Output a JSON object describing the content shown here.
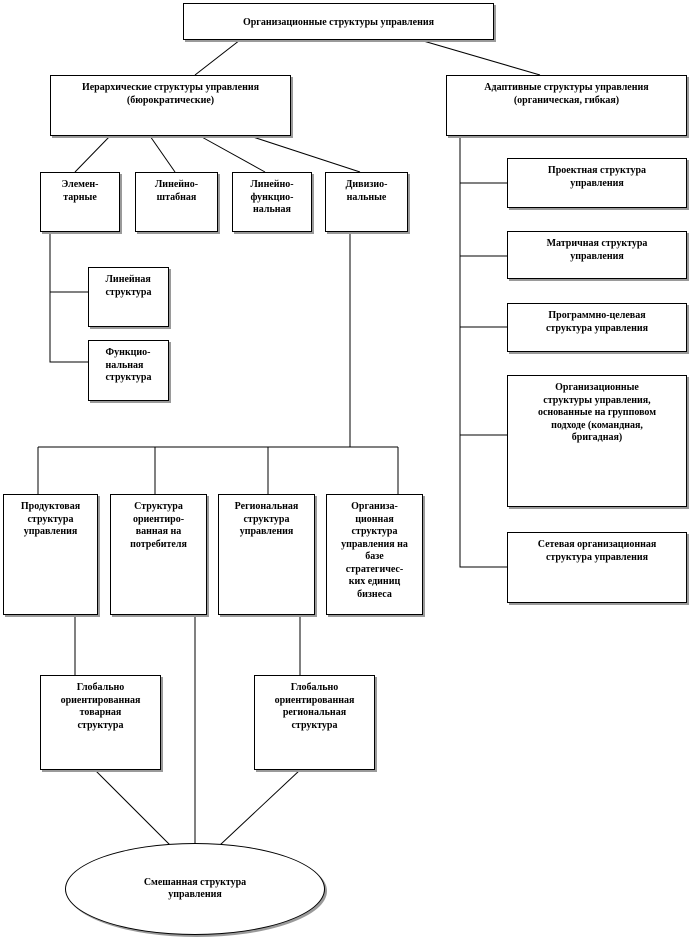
{
  "nodes": {
    "root": "Организационные  структуры управления",
    "hierarchical": "Иерархические  структуры управления\n(бюрократические)",
    "adaptive": "Адаптивные  структуры управления\n(органическая, гибкая)",
    "elementary": "Элемен-\nтарные",
    "linear_staff": "Линейно-\nштабная",
    "linear_functional": "Линейно-\nфункцио-\nнальная",
    "divisional": "Дивизио-\nнальные",
    "linear_structure": "Линейная\nструктура",
    "functional_structure": "Функцио-\nнальная\nструктура",
    "product": "Продуктовая\nструктура\nуправления",
    "consumer": "Структура\nориентиро-\nванная на\nпотребителя",
    "regional": "Региональная\nструктура\nуправления",
    "sbu": "Организа-\nционная\nструктура\nуправления на\nбазе\nстратегичес-\nких единиц\nбизнеса",
    "global_product": "Глобально\nориентированная\nтоварная\nструктура",
    "global_regional": "Глобально\nориентированная\nрегиональная\nструктура",
    "mixed": "Смешанная структура\nуправления",
    "project": "Проектная структура\nуправления",
    "matrix": "Матричная структура\nуправления",
    "program_target": "Программно-целевая\nструктура управления",
    "group_approach": "Организационные\nструктуры управления,\nоснованные на групповом\nподходе  (командная,\nбригадная)",
    "network": "Сетевая организационная\nструктура управления"
  }
}
